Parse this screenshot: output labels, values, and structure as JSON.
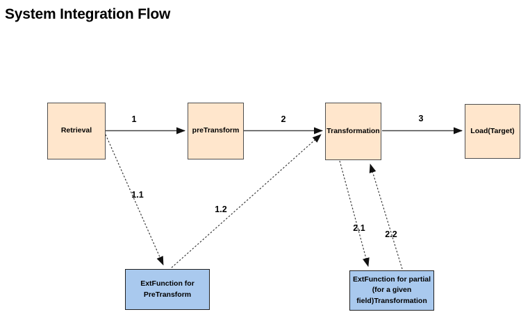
{
  "title": "System Integration Flow",
  "colors": {
    "process_fill": "#FFE6CC",
    "process_border": "#4D4D4D",
    "external_fill": "#A9C9EE",
    "external_border": "#1F1F1F",
    "line": "#424242",
    "arrowhead": "#111111",
    "text": "#000000",
    "background": "#FFFFFF"
  },
  "nodes": {
    "retrieval": {
      "label": "Retrieval",
      "type": "process"
    },
    "pretransform": {
      "label": "preTransform",
      "type": "process"
    },
    "transformation": {
      "label": "Transformation",
      "type": "process"
    },
    "load_target": {
      "label": "Load(Target)",
      "type": "process"
    },
    "ext_pretransform": {
      "label": "ExtFunction for\nPreTransform",
      "type": "external"
    },
    "ext_partial": {
      "label": "ExtFunction for partial\n(for a given\nfield)Transformation",
      "type": "external"
    }
  },
  "edges": {
    "step1": {
      "label": "1",
      "style": "solid",
      "from": "Retrieval",
      "to": "preTransform"
    },
    "step2": {
      "label": "2",
      "style": "solid",
      "from": "preTransform",
      "to": "Transformation"
    },
    "step3": {
      "label": "3",
      "style": "solid",
      "from": "Transformation",
      "to": "Load(Target)"
    },
    "step1_1": {
      "label": "1.1",
      "style": "dashed",
      "from": "Retrieval",
      "to": "ExtFunction for PreTransform"
    },
    "step1_2": {
      "label": "1.2",
      "style": "dashed",
      "from": "ExtFunction for PreTransform",
      "to": "Transformation"
    },
    "step2_1": {
      "label": "2.1",
      "style": "dashed",
      "from": "Transformation",
      "to": "ExtFunction for partial (for a given field)Transformation"
    },
    "step2_2": {
      "label": "2.2",
      "style": "dashed",
      "from": "ExtFunction for partial (for a given field)Transformation",
      "to": "Transformation"
    }
  }
}
